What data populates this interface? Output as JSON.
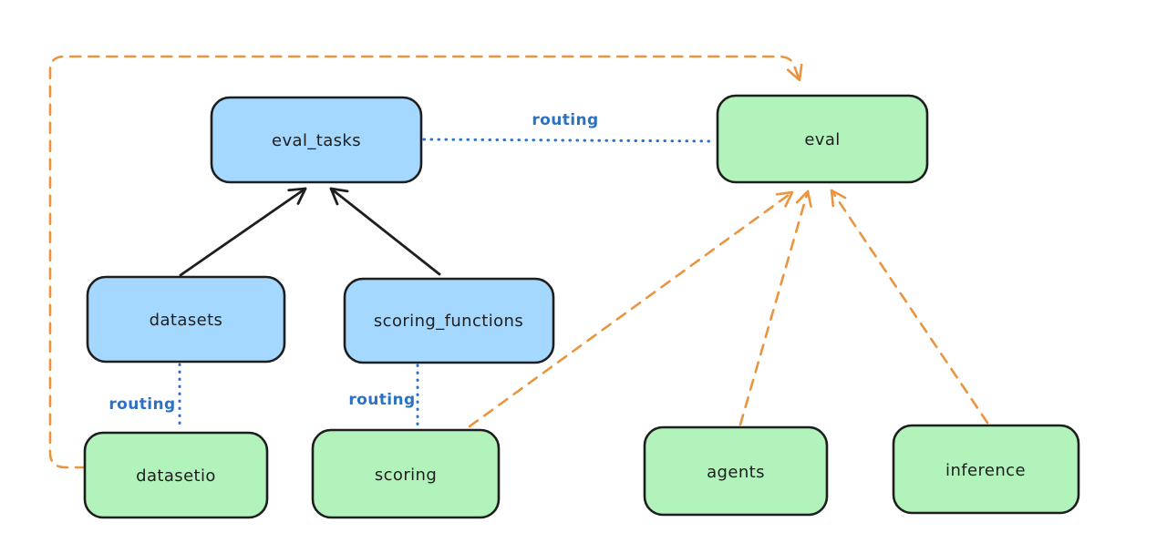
{
  "diagram": {
    "colors": {
      "background": "#ffffff",
      "ink": "#1e1e1e",
      "blue_fill": "#a5d8ff",
      "green_fill": "#b2f2bb",
      "blue_line": "#2b71c4",
      "orange_line": "#e9943e"
    },
    "nodes": {
      "eval_tasks": {
        "label": "eval_tasks"
      },
      "datasets": {
        "label": "datasets"
      },
      "scoring_functions": {
        "label": "scoring_functions"
      },
      "eval": {
        "label": "eval"
      },
      "datasetio": {
        "label": "datasetio"
      },
      "scoring": {
        "label": "scoring"
      },
      "agents": {
        "label": "agents"
      },
      "inference": {
        "label": "inference"
      }
    },
    "edge_labels": {
      "routing_eval_tasks_eval": "routing",
      "routing_datasets_datasetio": "routing",
      "routing_scoring_functions_scoring": "routing"
    }
  }
}
